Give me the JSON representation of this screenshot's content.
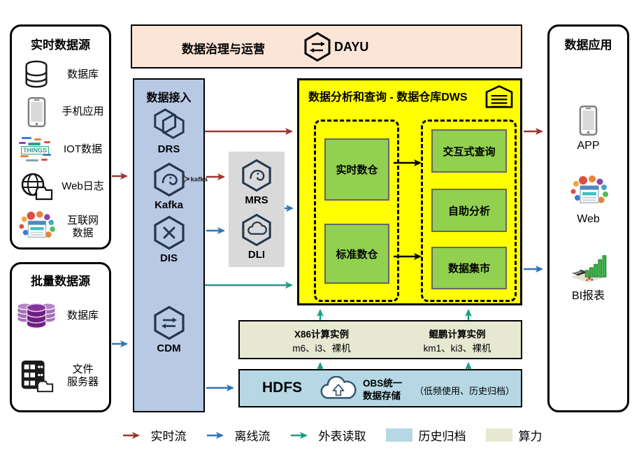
{
  "top_bar": {
    "title": "数据治理与运营",
    "product": "DAYU"
  },
  "sources_realtime": {
    "title": "实时数据源",
    "items": [
      {
        "icon": "database-icon",
        "label": "数据库"
      },
      {
        "icon": "mobile-app-icon",
        "label": "手机应用"
      },
      {
        "icon": "iot-icon",
        "label": "IOT数据",
        "icon_text": "THINGS"
      },
      {
        "icon": "web-log-icon",
        "label": "Web日志"
      },
      {
        "icon": "internet-data-icon",
        "label": "互联网\n数据"
      }
    ]
  },
  "sources_batch": {
    "title": "批量数据源",
    "items": [
      {
        "icon": "purple-database-icon",
        "label": "数据库"
      },
      {
        "icon": "file-server-icon",
        "label": "文件\n服务器"
      }
    ]
  },
  "ingest": {
    "title": "数据接入",
    "services": [
      "DRS",
      "Kafka",
      "DIS",
      "CDM"
    ],
    "kafka_logo": "kafka"
  },
  "compute_services": [
    "MRS",
    "DLI"
  ],
  "dws": {
    "title": "数据分析和查询 - 数据仓库DWS",
    "warehouses": [
      "实时数仓",
      "标准数仓"
    ],
    "services": [
      "交互式查询",
      "自助分析",
      "数据集市"
    ]
  },
  "compute_bar": {
    "x86": {
      "title": "X86计算实例",
      "spec": "m6、i3、裸机"
    },
    "kunpeng": {
      "title": "鲲鹏计算实例",
      "spec": "km1、ki3、裸机"
    }
  },
  "storage_bar": {
    "hdfs": "HDFS",
    "obs": "OBS统一\n数据存储",
    "note": "（低频使用、历史归档）"
  },
  "applications": {
    "title": "数据应用",
    "items": [
      {
        "icon": "app-icon",
        "label": "APP"
      },
      {
        "icon": "web-icon",
        "label": "Web"
      },
      {
        "icon": "bi-report-icon",
        "label": "BI报表"
      }
    ]
  },
  "legend": {
    "realtime": "实时流",
    "offline": "离线流",
    "external_read": "外表读取",
    "archive": "历史归档",
    "compute": "算力"
  },
  "colors": {
    "realtime_flow": "#9e3634",
    "offline_flow": "#2e75b6",
    "external_read_flow": "#1a9c85",
    "archive_fill": "#b5d8e4",
    "compute_fill": "#e7e8d2",
    "dws_fill": "#ffff00",
    "warehouse_fill": "#92d050",
    "ingest_fill": "#b8c9e4",
    "governance_fill": "#fbe5d6",
    "mrs_dli_fill": "#d9d9d9"
  }
}
